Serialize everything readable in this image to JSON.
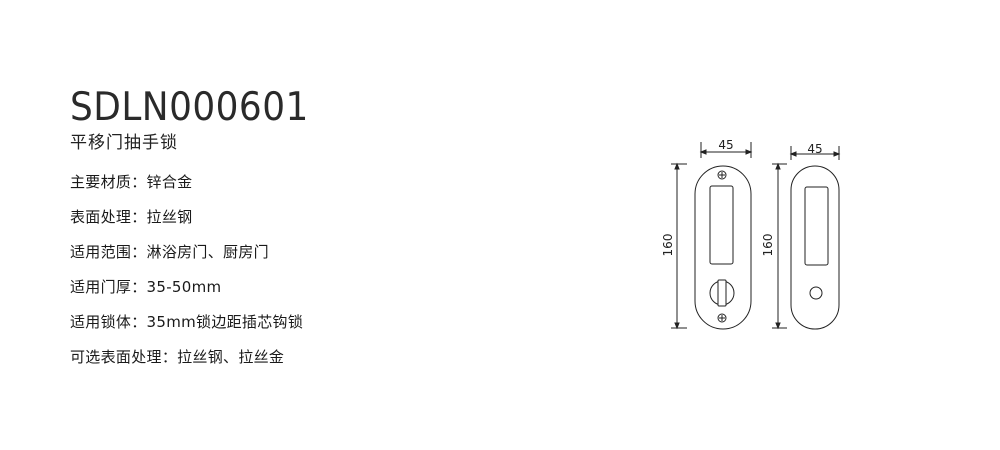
{
  "product": {
    "model": "SDLN000601",
    "name": "平移门抽手锁"
  },
  "specs": [
    {
      "label": "主要材质",
      "value": "锌合金"
    },
    {
      "label": "表面处理",
      "value": "拉丝钢"
    },
    {
      "label": "适用范围",
      "value": "淋浴房门、厨房门"
    },
    {
      "label": "适用门厚",
      "value": "35-50mm"
    },
    {
      "label": "适用锁体",
      "value": "35mm锁边距插芯钩锁"
    },
    {
      "label": "可选表面处理",
      "value": "拉丝钢、拉丝金"
    }
  ],
  "separator": "：",
  "drawing": {
    "left_width_dim": "45",
    "left_height_dim": "160",
    "right_width_dim": "45",
    "right_height_dim": "160"
  }
}
